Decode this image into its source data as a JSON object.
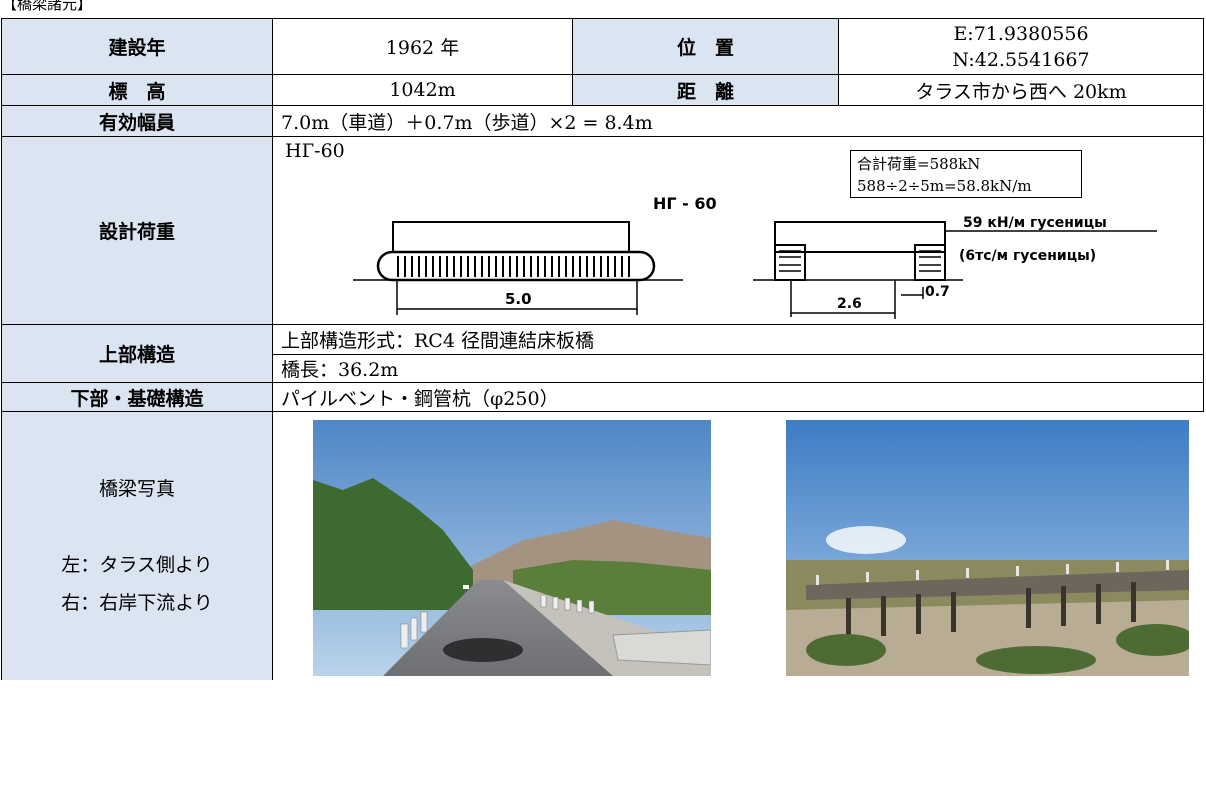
{
  "header": {
    "title": "【橋梁諸元】"
  },
  "rows": {
    "year": {
      "label": "建設年",
      "value": "1962 年"
    },
    "position": {
      "label": "位　置",
      "e": "E:71.9380556",
      "n": "N:42.5541667"
    },
    "elevation": {
      "label": "標　高",
      "value": "1042m"
    },
    "distance": {
      "label": "距　離",
      "value": "タラス市から西へ 20km"
    },
    "width": {
      "label": "有効幅員",
      "value": "7.0m（車道）＋0.7m（歩道）×2 = 8.4m"
    },
    "load": {
      "label": "設計荷重",
      "standard": "НГ-60",
      "drawing_title": "НГ - 60",
      "total": "合計荷重=588kN",
      "formula": "588÷2÷5m=58.8kN/m",
      "length": "5.0",
      "track_width": "2.6",
      "gap": "0.7",
      "intensity": "59 кН/м гусеницы",
      "intensity_tc": "(6тс/м гусеницы)"
    },
    "superstructure": {
      "label": "上部構造",
      "type": "上部構造形式：RC4 径間連結床板橋",
      "length": "橋長：36.2m"
    },
    "substructure": {
      "label": "下部・基礎構造",
      "value": "パイルベント・鋼管杭（φ250）"
    },
    "photos": {
      "label": "橋梁写真",
      "left_caption": "左：タラス側より",
      "right_caption": "右：右岸下流より"
    }
  }
}
